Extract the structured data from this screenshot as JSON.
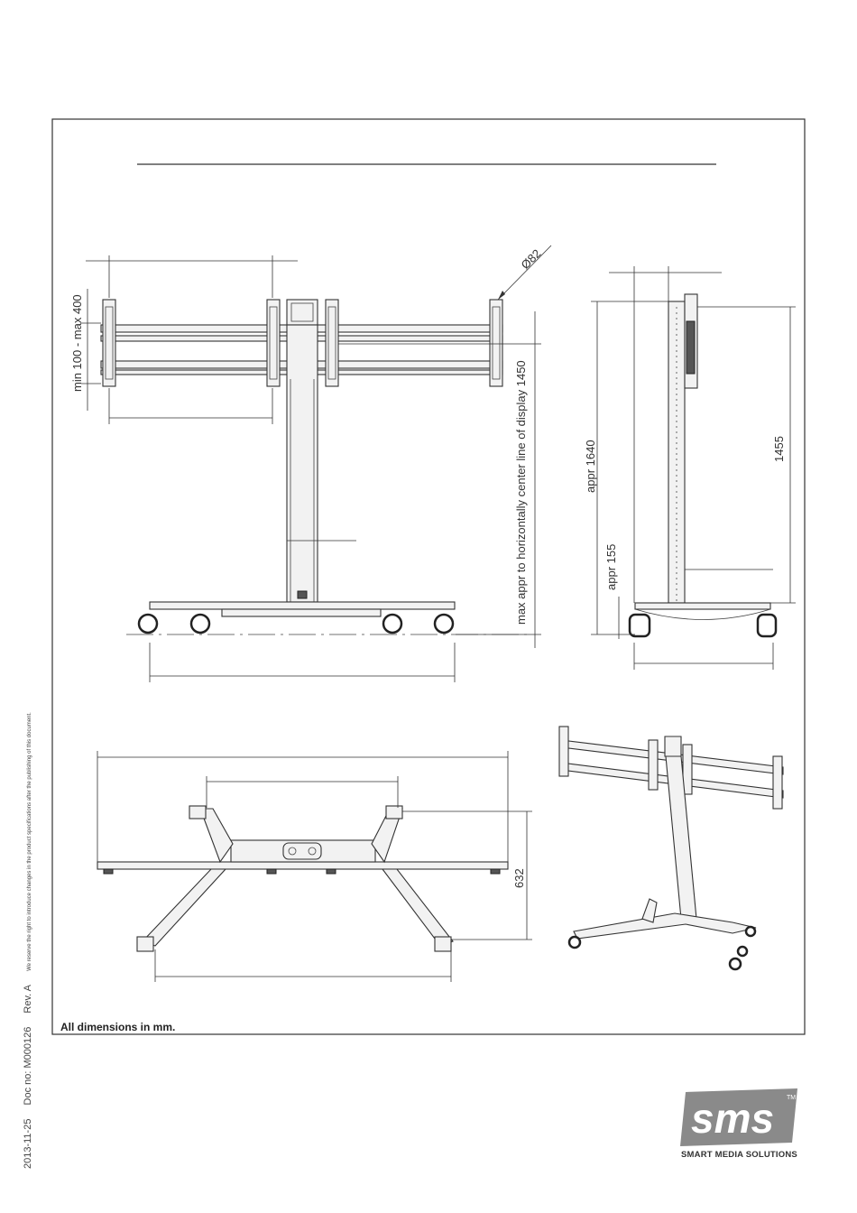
{
  "dimensions": {
    "diameter": "Ø82",
    "min_max_height": "min 100 - max 400",
    "display_center": "max appr to horizontally center line of display 1450",
    "appr_height": "appr 1640",
    "rail_height": "1455",
    "foot_clearance": "appr 155",
    "base_depth": "632"
  },
  "note": "All dimensions in mm.",
  "footer": {
    "date": "2013-11-25",
    "doc_no": "Doc no: M000126",
    "rev": "Rev. A",
    "legal": "We reserve the right to introduce changes in the product specifications after the publishing of this document."
  },
  "logo": {
    "mark": "sms",
    "tm": "TM",
    "tagline": "SMART MEDIA SOLUTIONS"
  }
}
